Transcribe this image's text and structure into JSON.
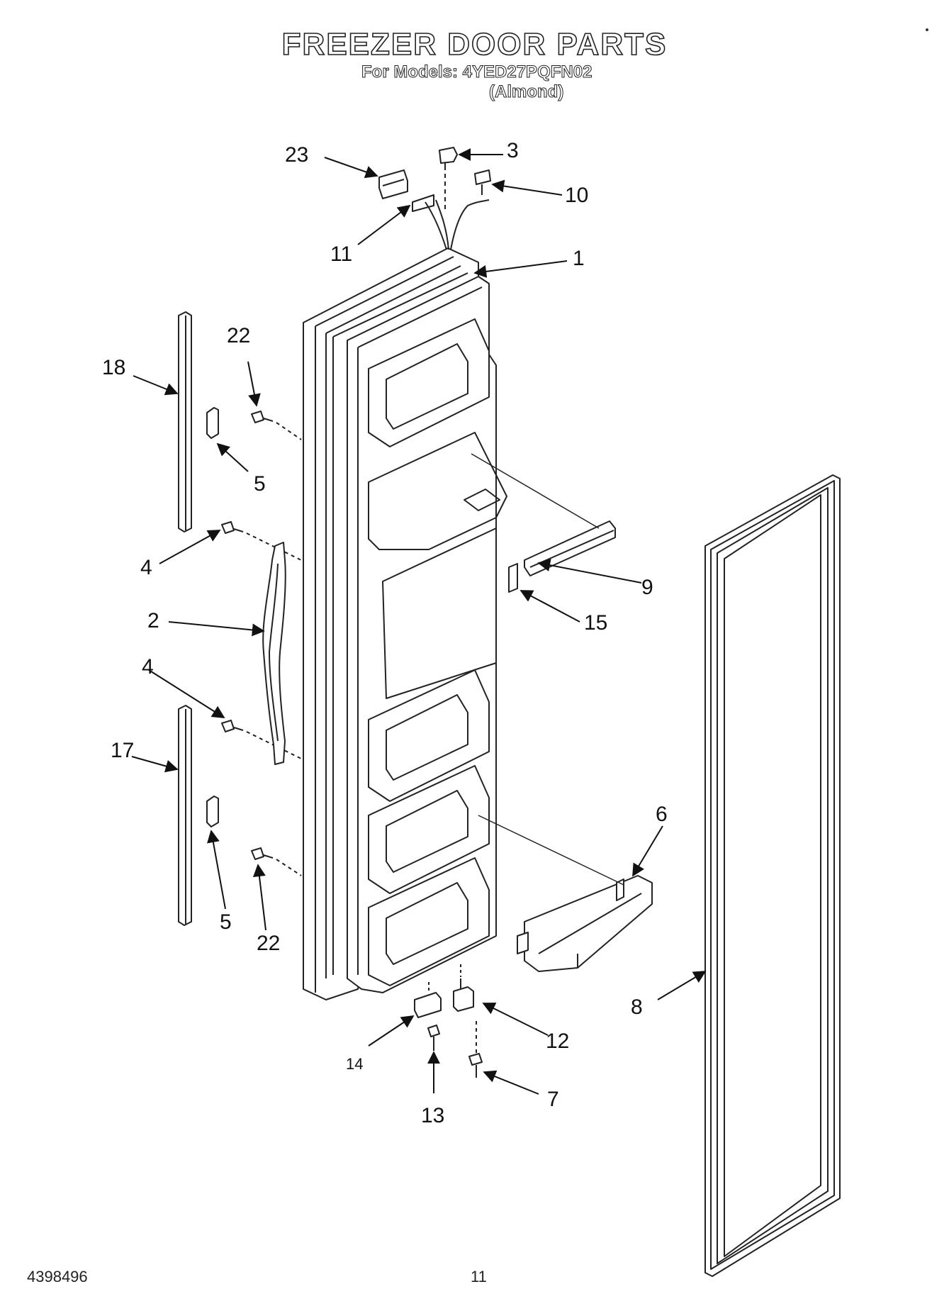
{
  "header": {
    "title": "FREEZER DOOR PARTS",
    "models_line": "For Models: 4YED27PQFN02",
    "variant": "(Almond)"
  },
  "callouts": [
    {
      "id": "c23",
      "label": "23"
    },
    {
      "id": "c3",
      "label": "3"
    },
    {
      "id": "c10",
      "label": "10"
    },
    {
      "id": "c11",
      "label": "11"
    },
    {
      "id": "c1",
      "label": "1"
    },
    {
      "id": "c22a",
      "label": "22"
    },
    {
      "id": "c18",
      "label": "18"
    },
    {
      "id": "c5a",
      "label": "5"
    },
    {
      "id": "c4a",
      "label": "4"
    },
    {
      "id": "c2",
      "label": "2"
    },
    {
      "id": "c4b",
      "label": "4"
    },
    {
      "id": "c17",
      "label": "17"
    },
    {
      "id": "c5b",
      "label": "5"
    },
    {
      "id": "c22b",
      "label": "22"
    },
    {
      "id": "c9",
      "label": "9"
    },
    {
      "id": "c15",
      "label": "15"
    },
    {
      "id": "c6",
      "label": "6"
    },
    {
      "id": "c8",
      "label": "8"
    },
    {
      "id": "c12",
      "label": "12"
    },
    {
      "id": "c14",
      "label": "14"
    },
    {
      "id": "c13",
      "label": "13"
    },
    {
      "id": "c7",
      "label": "7"
    }
  ],
  "footer": {
    "doc_number": "4398496",
    "page_number": "11"
  }
}
